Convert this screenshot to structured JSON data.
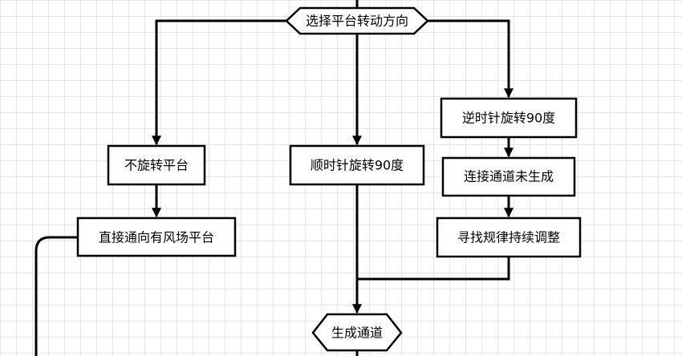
{
  "nodes": {
    "choose_direction": "选择平台转动方向",
    "no_rotate": "不旋转平台",
    "direct_to_wind": "直接通向有风场平台",
    "clockwise": "顺时针旋转90度",
    "counterclockwise": "逆时针旋转90度",
    "not_connected": "连接通道未生成",
    "find_pattern": "寻找规律持续调整",
    "generate_path": "生成通道"
  },
  "colors": {
    "stroke": "#000000",
    "fill": "#ffffff",
    "grid": "#e6e6e6"
  }
}
